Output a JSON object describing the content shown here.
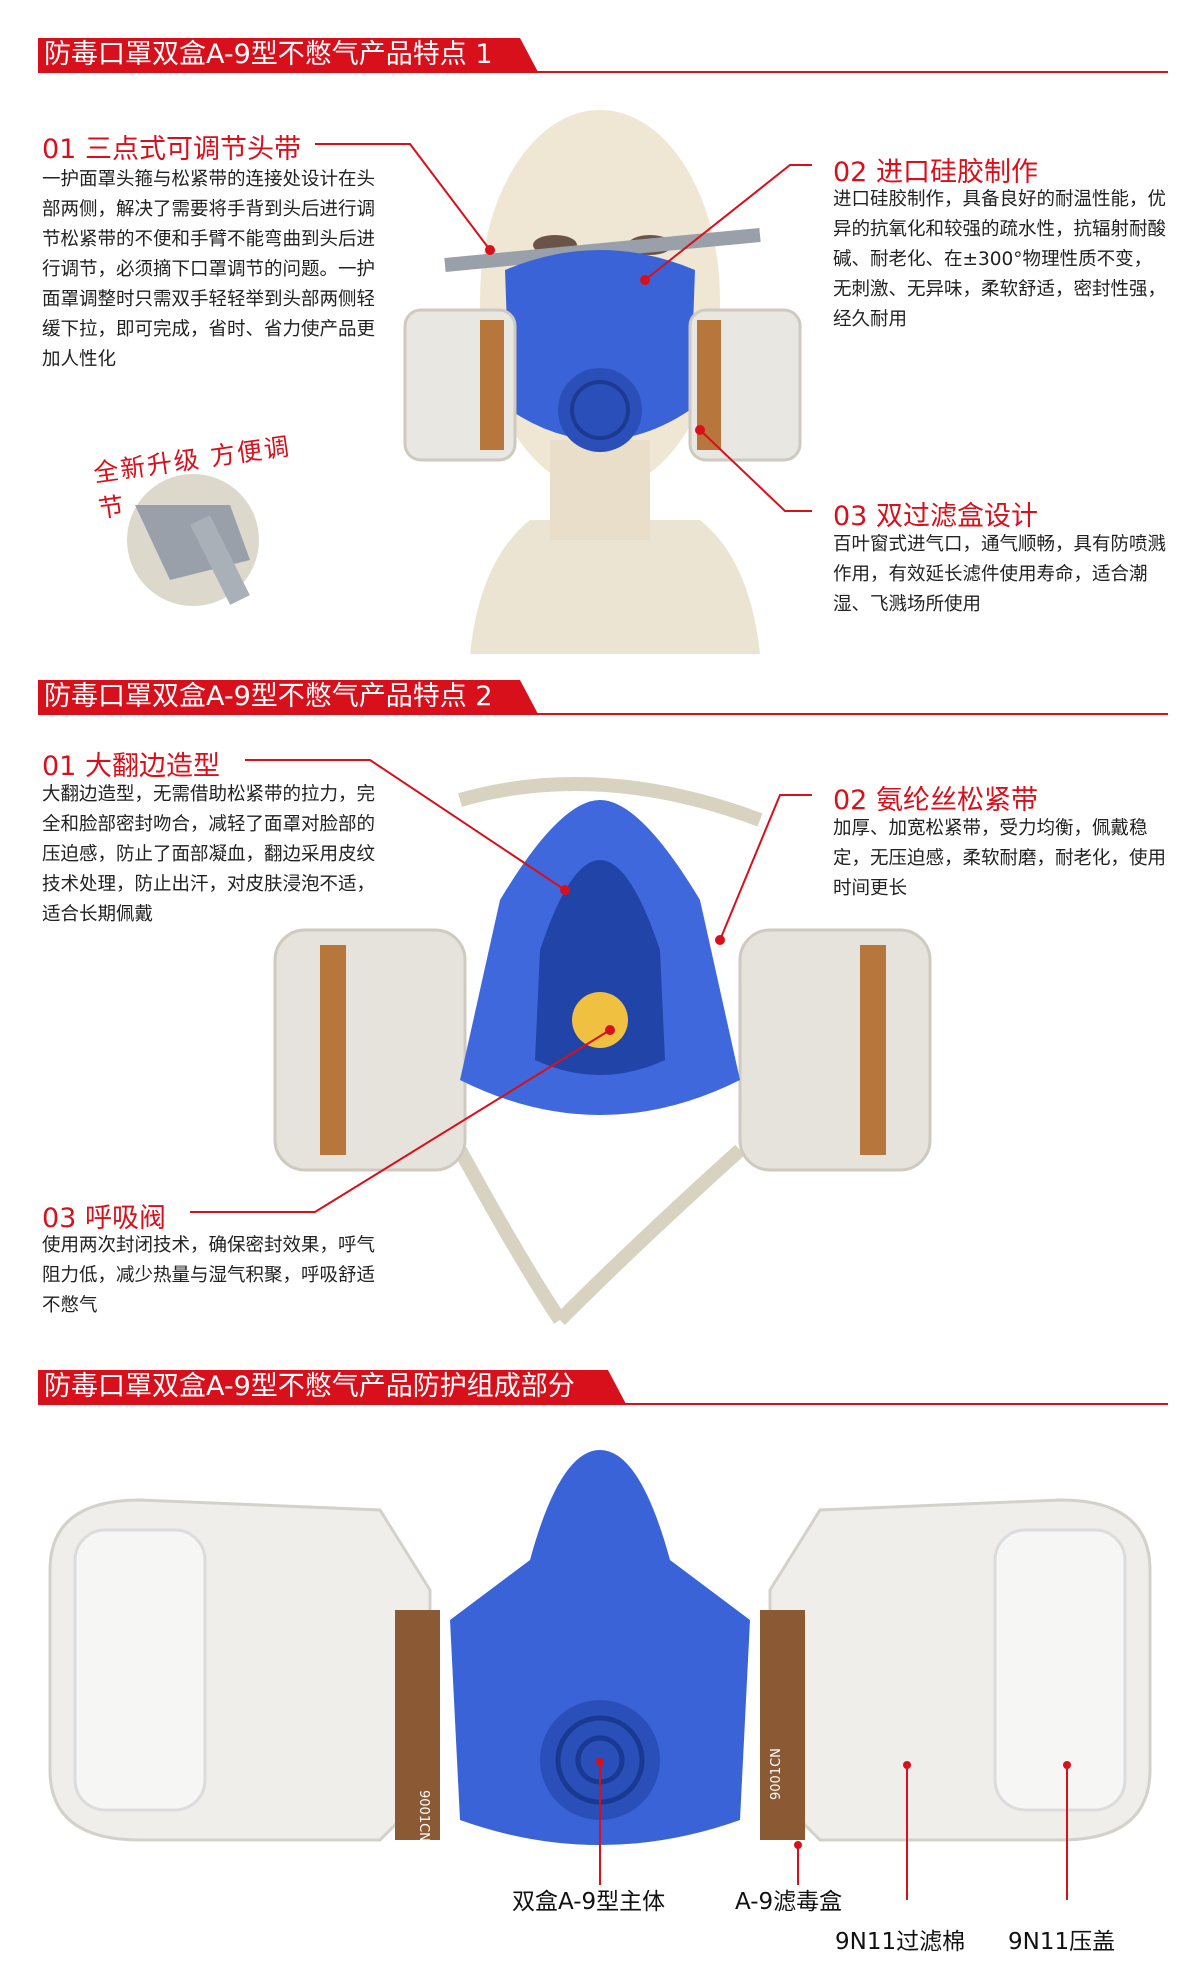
{
  "colors": {
    "accent": "#d8101c",
    "mask_blue": "#3a63d8"
  },
  "section1": {
    "header": "防毒口罩双盒A-9型不憋气产品特点 1",
    "features": [
      {
        "title": "01 三点式可调节头带",
        "body": "一护面罩头箍与松紧带的连接处设计在头部两侧，解决了需要将手背到头后进行调节松紧带的不便和手臂不能弯曲到头后进行调节，必须摘下口罩调节的问题。一护面罩调整时只需双手轻轻举到头部两侧轻缓下拉，即可完成，省时、省力使产品更加人性化"
      },
      {
        "title": "02 进口硅胶制作",
        "body": "进口硅胶制作，具备良好的耐温性能，优异的抗氧化和较强的疏水性，抗辐射耐酸碱、耐老化、在±300°物理性质不变，无刺激、无异味，柔软舒适，密封性强，经久耐用"
      },
      {
        "title": "03 双过滤盒设计",
        "body": "百叶窗式进气口，通气顺畅，具有防喷溅作用，有效延长滤件使用寿命，适合潮湿、飞溅场所使用"
      }
    ],
    "badge": "全新升级 方便调节"
  },
  "section2": {
    "header": "防毒口罩双盒A-9型不憋气产品特点 2",
    "features": [
      {
        "title": "01 大翻边造型",
        "body": "大翻边造型，无需借助松紧带的拉力，完全和脸部密封吻合，减轻了面罩对脸部的压迫感，防止了面部凝血，翻边采用皮纹技术处理，防止出汗，对皮肤浸泡不适，适合长期佩戴"
      },
      {
        "title": "02 氨纶丝松紧带",
        "body": "加厚、加宽松紧带，受力均衡，佩戴稳定，无压迫感，柔软耐磨，耐老化，使用时间更长"
      },
      {
        "title": "03 呼吸阀",
        "body": "使用两次封闭技术，确保密封效果，呼气阻力低，减少热量与湿气积聚，呼吸舒适不憋气"
      }
    ]
  },
  "section3": {
    "header": "防毒口罩双盒A-9型不憋气产品防护组成部分",
    "parts": [
      "双盒A-9型主体",
      "A-9滤毒盒",
      "9N11过滤棉",
      "9N11压盖"
    ],
    "cartridge_marking": "9001CN"
  }
}
